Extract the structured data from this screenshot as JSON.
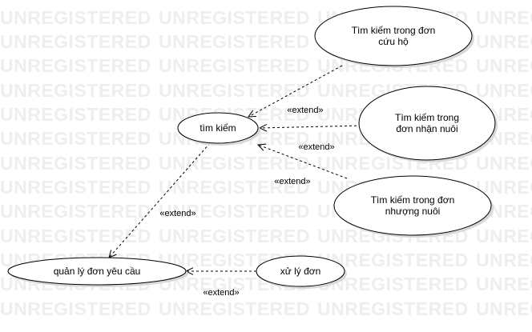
{
  "watermark": {
    "text": "UNREGISTERED"
  },
  "use_cases": [
    {
      "id": "search",
      "lines": [
        "tìm kiếm"
      ]
    },
    {
      "id": "search-rescue",
      "lines": [
        "Tìm kiếm trong đơn",
        "cứu hộ"
      ]
    },
    {
      "id": "search-adopt",
      "lines": [
        "Tìm kiếm trong",
        "đơn nhận nuôi"
      ]
    },
    {
      "id": "search-transfer",
      "lines": [
        "Tìm kiếm trong đơn",
        "nhượng nuôi"
      ]
    },
    {
      "id": "manage-requests",
      "lines": [
        "quản lý đơn yêu cầu"
      ]
    },
    {
      "id": "process-request",
      "lines": [
        "xử lý đơn"
      ]
    }
  ],
  "relations": [
    {
      "id": "rescue-extends-search",
      "from": "search-rescue",
      "to": "search",
      "label": "«extend»"
    },
    {
      "id": "adopt-extends-search",
      "from": "search-adopt",
      "to": "search",
      "label": "«extend»"
    },
    {
      "id": "transfer-extends-search",
      "from": "search-transfer",
      "to": "search",
      "label": "«extend»"
    },
    {
      "id": "search-extends-manage",
      "from": "search",
      "to": "manage-requests",
      "label": "«extend»"
    },
    {
      "id": "process-extends-manage",
      "from": "process-request",
      "to": "manage-requests",
      "label": "«extend»"
    }
  ]
}
